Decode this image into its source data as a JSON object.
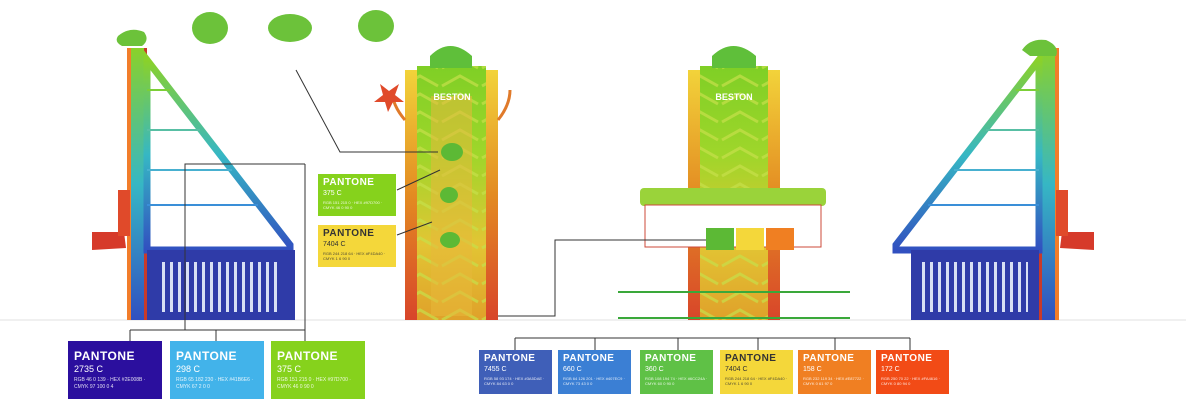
{
  "tower_brand": "BESTON",
  "swatch_brand": "PANTONE",
  "colors": {
    "c2735": "#2b0f9e",
    "c298": "#42b3ea",
    "c375": "#86d21c",
    "c7455": "#3f5fb8",
    "c660": "#3b7fd4",
    "c360": "#5fc146",
    "c7404": "#f4d73a",
    "c158": "#f07f22",
    "c172": "#f24b16"
  },
  "swatches_top": [
    {
      "code": "375 C",
      "meta": "RGB 151 215 0 · HEX #97D700 · CMYK 46 0 90 0"
    },
    {
      "code": "7404 C",
      "meta": "RGB 244 218 64 · HEX #F4DA40 · CMYK 1 6 90 0"
    }
  ],
  "swatches_left": [
    {
      "code": "2735 C",
      "meta": "RGB 46 0 139 · HEX #2E008B · CMYK 97 100 0 4"
    },
    {
      "code": "298 C",
      "meta": "RGB 65 182 230 · HEX #41B6E6 · CMYK 67 2 0 0"
    },
    {
      "code": "375 C",
      "meta": "RGB 151 215 0 · HEX #97D700 · CMYK 46 0 90 0"
    }
  ],
  "swatches_right": [
    {
      "code": "7455 C",
      "meta": "RGB 58 93 174 · HEX #3A5DAE · CMYK 84 63 0 0"
    },
    {
      "code": "660 C",
      "meta": "RGB 64 126 201 · HEX #407EC9 · CMYK 73 43 0 0"
    },
    {
      "code": "360 C",
      "meta": "RGB 108 194 74 · HEX #6CC24A · CMYK 60 0 90 0"
    },
    {
      "code": "7404 C",
      "meta": "RGB 244 218 64 · HEX #F4DA40 · CMYK 1 6 90 0"
    },
    {
      "code": "158 C",
      "meta": "RGB 232 119 34 · HEX #E87722 · CMYK 0 61 97 0"
    },
    {
      "code": "172 C",
      "meta": "RGB 250 70 22 · HEX #FA4616 · CMYK 0 80 94 0"
    }
  ]
}
